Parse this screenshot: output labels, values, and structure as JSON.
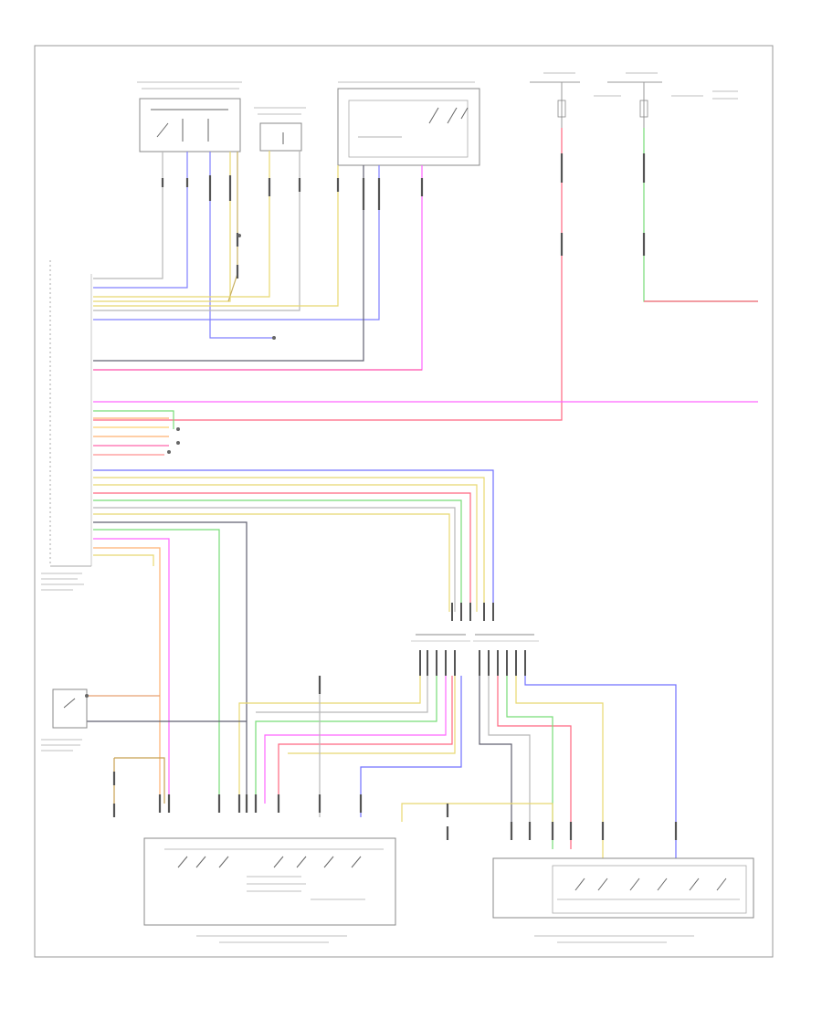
{
  "diagram": {
    "footer_code": "",
    "colors": {
      "frame": "#999999",
      "box": "#8a8a8a",
      "text": "#555555",
      "wire_red": "#ff6680",
      "wire_pink": "#ff66ff",
      "wire_blue": "#7070ff",
      "wire_yellow": "#e8d870",
      "wire_green": "#77dd77",
      "wire_gray": "#606070",
      "wire_orange": "#ffb070",
      "wire_brown": "#c8a050"
    },
    "components": [
      {
        "id": "switch-block-top-left",
        "label": ""
      },
      {
        "id": "relay-top-middle",
        "label": ""
      },
      {
        "id": "control-module-top",
        "label": ""
      },
      {
        "id": "fuse-block-top-right",
        "label": ""
      },
      {
        "id": "left-connector-strip",
        "label": ""
      },
      {
        "id": "door-switch-left",
        "label": ""
      },
      {
        "id": "central-locking-unit-left",
        "label": ""
      },
      {
        "id": "central-locking-unit-right",
        "label": ""
      }
    ]
  }
}
